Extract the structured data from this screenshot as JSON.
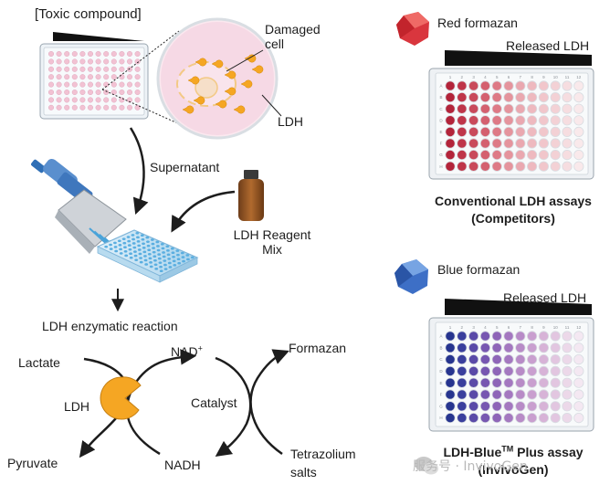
{
  "left_panel": {
    "toxic_compound_label": "[Toxic compound]",
    "damaged_cell_label_line1": "Damaged",
    "damaged_cell_label_line2": "cell",
    "ldh_cell_label": "LDH",
    "supernatant_label": "Supernatant",
    "reagent_label_line1": "LDH Reagent",
    "reagent_label_line2": "Mix",
    "reaction_title": "LDH enzymatic reaction",
    "lactate": "Lactate",
    "pyruvate": "Pyruvate",
    "ldh_enzyme": "LDH",
    "nad_main": "NAD",
    "nad_sup": "+",
    "nadh": "NADH",
    "catalyst": "Catalyst",
    "formazan": "Formazan",
    "tetrazolium_line1": "Tetrazolium",
    "tetrazolium_line2": "salts"
  },
  "right_top": {
    "crystal_label": "Red formazan",
    "gradient_label": "Released LDH",
    "caption_line1": "Conventional LDH assays",
    "caption_line2": "(Competitors)",
    "column_labels": [
      "1",
      "2",
      "3",
      "4",
      "5",
      "6",
      "7",
      "8",
      "9",
      "10",
      "11",
      "12"
    ],
    "row_labels": [
      "A",
      "B",
      "C",
      "D",
      "E",
      "F",
      "G",
      "H"
    ],
    "well_colors": [
      "#b3243a",
      "#bf3549",
      "#c94a5b",
      "#d4606f",
      "#de7a86",
      "#e5949d",
      "#eaa8b0",
      "#eeb9bf",
      "#f1c6cb",
      "#f3d1d5",
      "#f6dde0",
      "#f9e9eb"
    ]
  },
  "right_bottom": {
    "crystal_label": "Blue formazan",
    "gradient_label": "Released LDH",
    "caption_line1": "LDH-Blue",
    "caption_tm": "TM",
    "caption_line1_rest": " Plus assay",
    "caption_line2": "(InvivoGen)",
    "column_labels": [
      "1",
      "2",
      "3",
      "4",
      "5",
      "6",
      "7",
      "8",
      "9",
      "10",
      "11",
      "12"
    ],
    "row_labels": [
      "A",
      "B",
      "C",
      "D",
      "E",
      "F",
      "G",
      "H"
    ],
    "well_colors": [
      "#27358f",
      "#3a3f9d",
      "#5a4aa8",
      "#7757b1",
      "#8e65b8",
      "#a478c0",
      "#b88bc7",
      "#c99fcf",
      "#d7b3d7",
      "#e2c6e0",
      "#ecd8e9",
      "#f4e8f2"
    ]
  },
  "watermark": "服务号 · InvivoGen",
  "colors": {
    "ldh_orange": "#f5a623",
    "cell_pink": "#f4d7e3",
    "plate_blue": "#cfe6f3",
    "red_crystal": "#d9363e",
    "blue_crystal": "#3d6fc6"
  }
}
